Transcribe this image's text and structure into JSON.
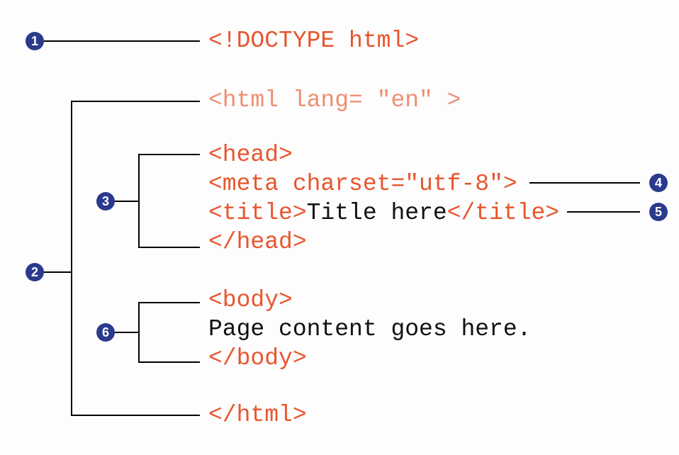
{
  "diagram": {
    "colors": {
      "tag": "#e8552e",
      "tag_light": "#ee8f72",
      "plain_text": "#111111",
      "badge": "#2b3a8c",
      "connector": "#000000"
    },
    "code": {
      "doctype": "<!DOCTYPE html>",
      "html_open": "<html lang= \"en\" >",
      "head_open": "<head>",
      "meta": "<meta charset=\"utf-8\">",
      "title_open": "<title>",
      "title_text": "Title here",
      "title_close": "</title>",
      "head_close": "</head>",
      "body_open": "<body>",
      "body_text": "Page content goes here.",
      "body_close": "</body>",
      "html_close": "</html>"
    },
    "callouts": [
      "1",
      "2",
      "3",
      "4",
      "5",
      "6"
    ]
  }
}
